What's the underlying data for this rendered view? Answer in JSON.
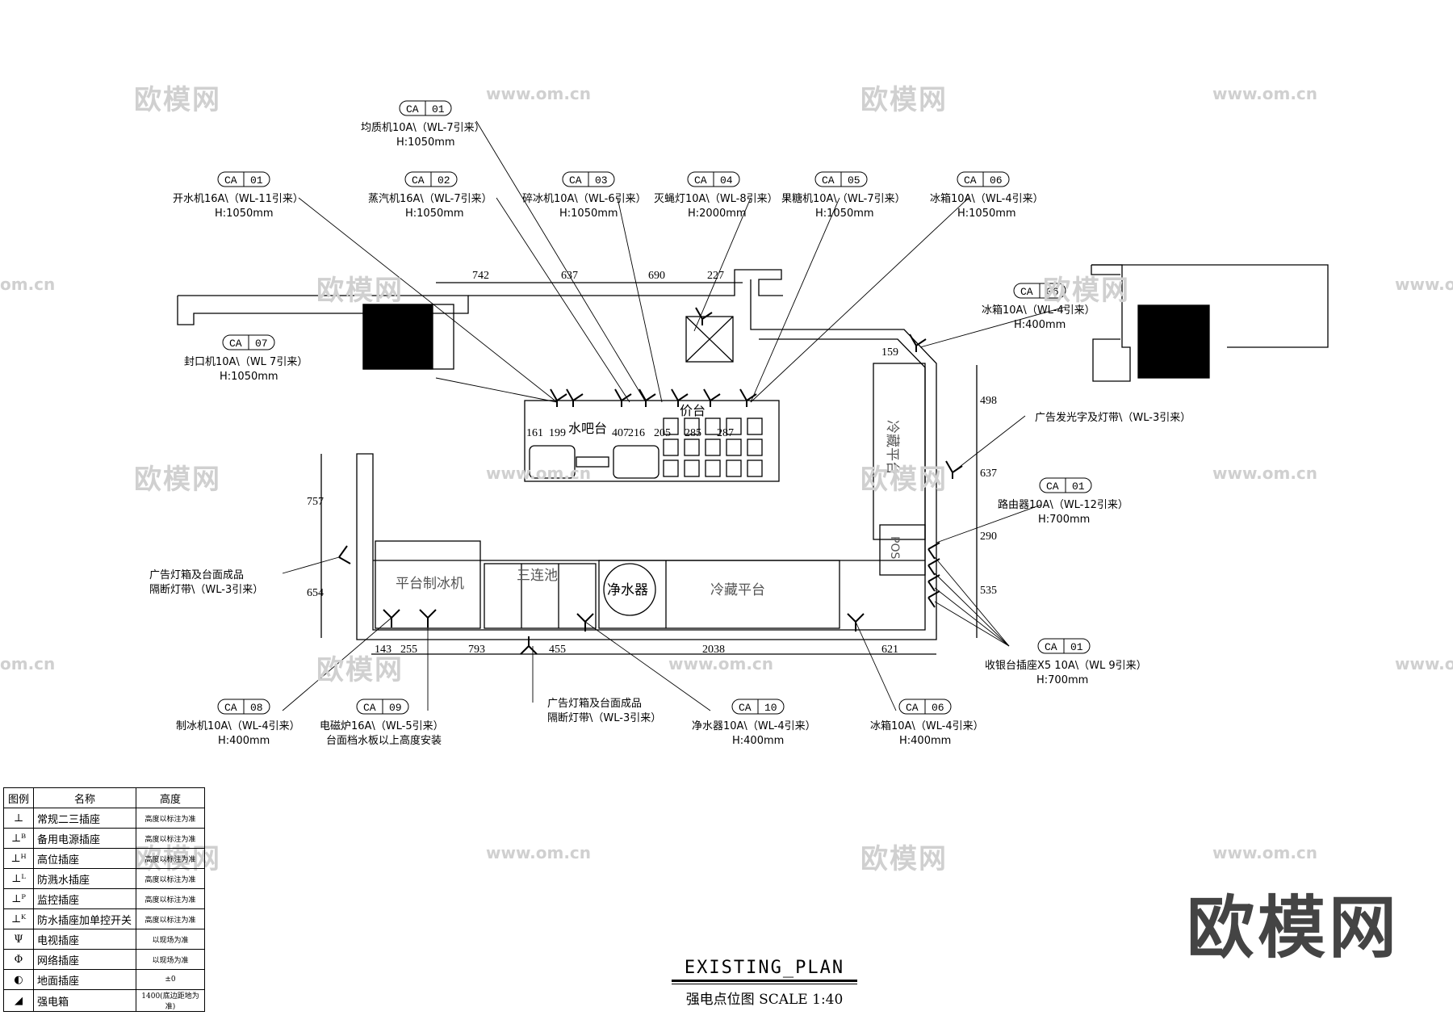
{
  "watermark": {
    "brand": "欧模网",
    "site": "www.om.cn",
    "site_cut": "om.cn"
  },
  "dims": {
    "top": [
      "742",
      "637",
      "690",
      "227"
    ],
    "counter": [
      "161",
      "199",
      "水吧台",
      "407",
      "216",
      "205",
      "285",
      "287",
      "价台"
    ],
    "right": [
      "159",
      "498",
      "637",
      "290",
      "535"
    ],
    "left": [
      "757",
      "654"
    ],
    "bottom": [
      "143",
      "255",
      "793",
      "455",
      "2038",
      "621"
    ]
  },
  "rooms": {
    "ice_machine": "平台制冰机",
    "sink3": "三连池",
    "water_purifier": "净水器",
    "fridge_counter": "冷藏平台",
    "fridge_right": "冷藏平台",
    "pos": "POS"
  },
  "tags": [
    {
      "id": "top-01a",
      "code": "CA",
      "num": "01",
      "line1": "均质机10A\\（WL-7引来）",
      "line2": "H:1050mm"
    },
    {
      "id": "top-01b",
      "code": "CA",
      "num": "01",
      "line1": "开水机16A\\（WL-11引来）",
      "line2": "H:1050mm"
    },
    {
      "id": "top-02",
      "code": "CA",
      "num": "02",
      "line1": "蒸汽机16A\\（WL-7引来）",
      "line2": "H:1050mm"
    },
    {
      "id": "top-03",
      "code": "CA",
      "num": "03",
      "line1": "碎冰机10A\\（WL-6引来）",
      "line2": "H:1050mm"
    },
    {
      "id": "top-04",
      "code": "CA",
      "num": "04",
      "line1": "灭蝇灯10A\\（WL-8引来）",
      "line2": "H:2000mm"
    },
    {
      "id": "top-05",
      "code": "CA",
      "num": "05",
      "line1": "果糖机10A\\（WL-7引来）",
      "line2": "H:1050mm"
    },
    {
      "id": "top-06",
      "code": "CA",
      "num": "06",
      "line1": "冰箱10A\\（WL-4引来）",
      "line2": "H:1050mm"
    },
    {
      "id": "left-07",
      "code": "CA",
      "num": "07",
      "line1": "封口机10A\\（WL 7引来）",
      "line2": "H:1050mm"
    },
    {
      "id": "right-06",
      "code": "CA",
      "num": "06",
      "line1": "冰箱10A\\（WL-4引来）",
      "line2": "H:400mm"
    },
    {
      "id": "right-01a",
      "code": "CA",
      "num": "01",
      "line1": "路由器10A\\（WL-12引来）",
      "line2": "H:700mm"
    },
    {
      "id": "right-01b",
      "code": "CA",
      "num": "01",
      "line1": "收银台插座X5 10A\\（WL 9引来）",
      "line2": "H:700mm"
    },
    {
      "id": "bot-08",
      "code": "CA",
      "num": "08",
      "line1": "制冰机10A\\（WL-4引来）",
      "line2": "H:400mm"
    },
    {
      "id": "bot-09",
      "code": "CA",
      "num": "09",
      "line1": "电磁炉16A\\（WL-5引来）",
      "line2": "台面档水板以上高度安装"
    },
    {
      "id": "bot-10",
      "code": "CA",
      "num": "10",
      "line1": "净水器10A\\（WL-4引来）",
      "line2": "H:400mm"
    },
    {
      "id": "bot-06",
      "code": "CA",
      "num": "06",
      "line1": "冰箱10A\\（WL-4引来）",
      "line2": "H:400mm"
    }
  ],
  "notes": {
    "right_sign": "广告发光字及灯带\\（WL-3引来）",
    "left_1": "广告灯箱及台面成品",
    "left_2": "隔断灯带\\（WL-3引来）",
    "bottom_1": "广告灯箱及台面成品",
    "bottom_2": "隔断灯带\\（WL-3引来）"
  },
  "legend": {
    "headers": [
      "图例",
      "名称",
      "高度"
    ],
    "rows": [
      {
        "icon": "standard-socket-icon",
        "name": "常规二三插座",
        "height": "高度以标注为准"
      },
      {
        "icon": "backup-socket-icon",
        "name": "备用电源插座",
        "height": "高度以标注为准"
      },
      {
        "icon": "high-socket-icon",
        "name": "高位插座",
        "height": "高度以标注为准"
      },
      {
        "icon": "splashproof-socket-icon",
        "name": "防溅水插座",
        "height": "高度以标注为准"
      },
      {
        "icon": "monitor-socket-icon",
        "name": "监控插座",
        "height": "高度以标注为准"
      },
      {
        "icon": "waterproof-switch-socket-icon",
        "name": "防水插座加单控开关",
        "height": "高度以标注为准"
      },
      {
        "icon": "tv-socket-icon",
        "name": "电视插座",
        "height": "以现场为准"
      },
      {
        "icon": "network-socket-icon",
        "name": "网络插座",
        "height": "以现场为准"
      },
      {
        "icon": "floor-socket-icon",
        "name": "地面插座",
        "height": "±0"
      },
      {
        "icon": "power-box-icon",
        "name": "强电箱",
        "height": "1400(底边距地为准)"
      }
    ]
  },
  "title": {
    "main": "EXISTING_PLAN",
    "sub": "强电点位图  SCALE 1:40"
  }
}
